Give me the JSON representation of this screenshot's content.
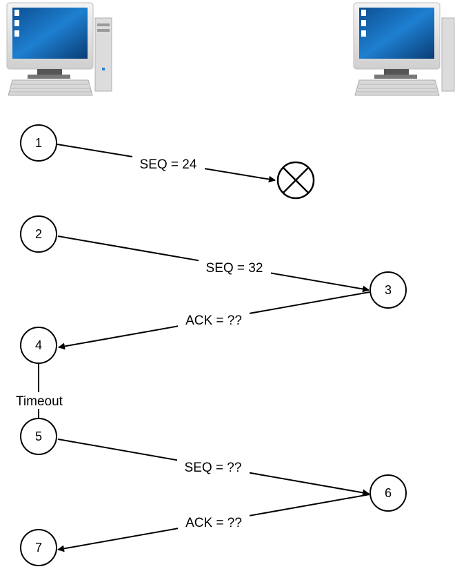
{
  "computers": [
    {
      "id": "left-computer"
    },
    {
      "id": "right-computer"
    }
  ],
  "nodes": [
    {
      "id": "n1",
      "label": "1"
    },
    {
      "id": "n2",
      "label": "2"
    },
    {
      "id": "n3",
      "label": "3"
    },
    {
      "id": "n4",
      "label": "4"
    },
    {
      "id": "n5",
      "label": "5"
    },
    {
      "id": "n6",
      "label": "6"
    },
    {
      "id": "n7",
      "label": "7"
    }
  ],
  "edges": [
    {
      "id": "e1",
      "label": "SEQ = 24"
    },
    {
      "id": "e2",
      "label": "SEQ = 32"
    },
    {
      "id": "e3",
      "label": "ACK = ??"
    },
    {
      "id": "e4",
      "label": "SEQ = ??"
    },
    {
      "id": "e5",
      "label": "ACK = ??"
    }
  ],
  "timeout_label": "Timeout",
  "colors": {
    "line": "#000000",
    "monitor_frame": "#e9e9e9",
    "screen": "#1565b0",
    "tower": "#dcdcdc"
  }
}
